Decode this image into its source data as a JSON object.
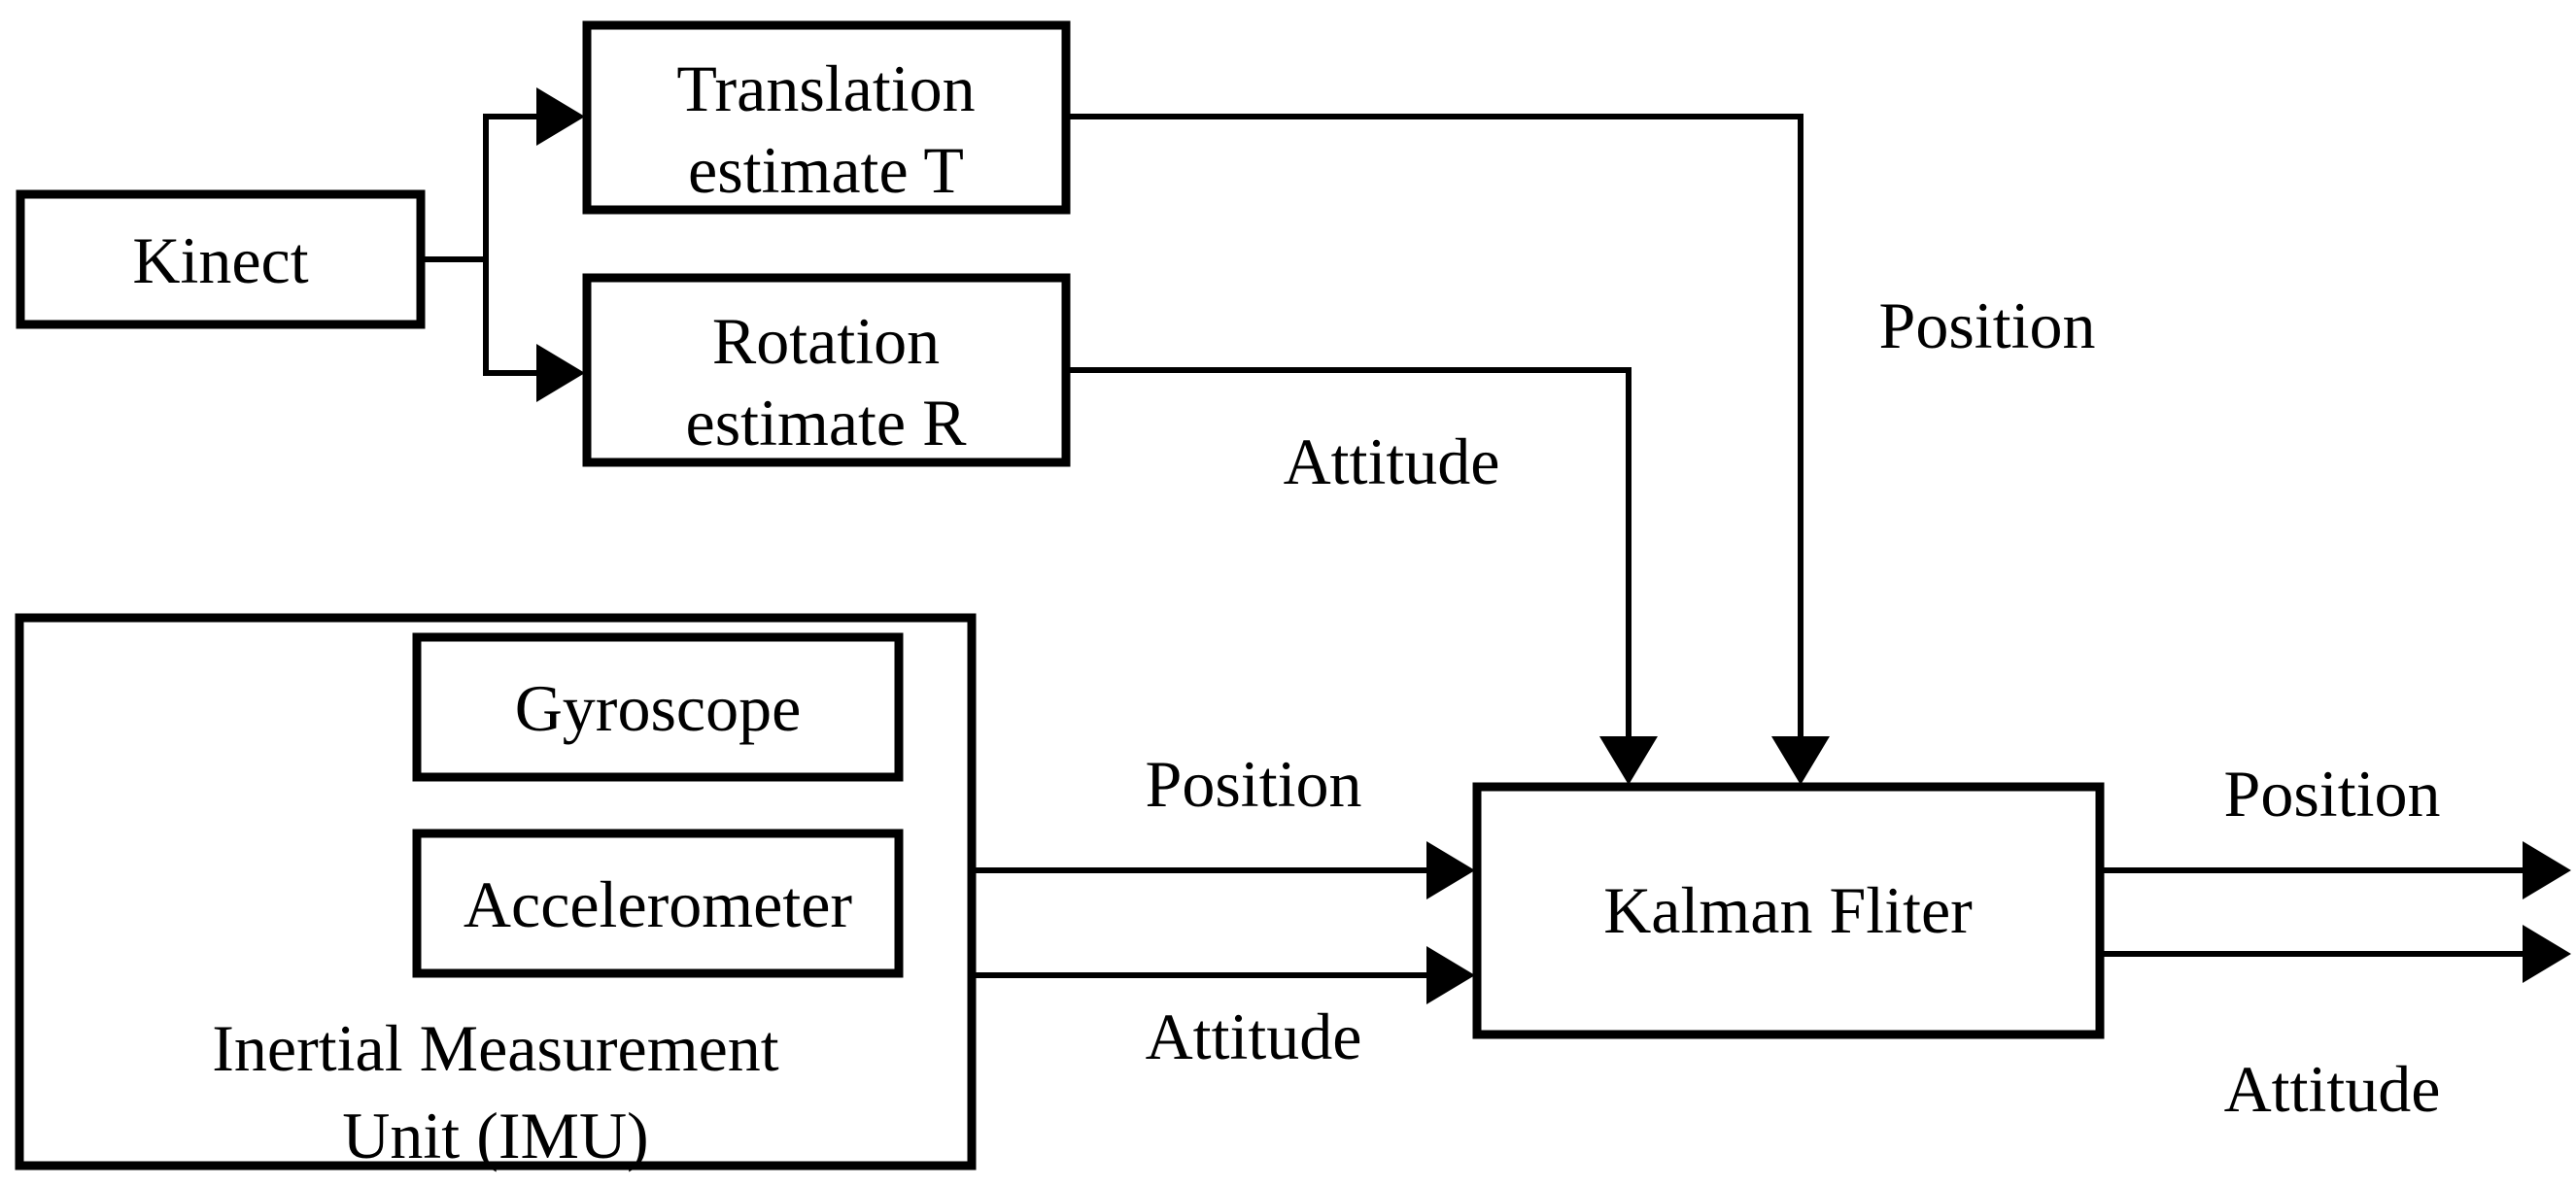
{
  "diagram": {
    "title": "Kinect and IMU sensor fusion block diagram",
    "colors": {
      "stroke": "#000000",
      "background": "#ffffff"
    },
    "nodes": {
      "kinect": {
        "label": "Kinect"
      },
      "translation": {
        "line1": "Translation",
        "line2": "estimate T"
      },
      "rotation": {
        "line1": "Rotation",
        "line2": "estimate R"
      },
      "gyroscope": {
        "label": "Gyroscope"
      },
      "accelerometer": {
        "label": "Accelerometer"
      },
      "imu": {
        "line1": "Inertial Measurement",
        "line2": "Unit (IMU)"
      },
      "kalman": {
        "label": "Kalman Fliter"
      }
    },
    "edge_labels": {
      "translation_position": "Position",
      "rotation_attitude": "Attitude",
      "imu_position": "Position",
      "imu_attitude": "Attitude",
      "output_position": "Position",
      "output_attitude": "Attitude"
    }
  }
}
